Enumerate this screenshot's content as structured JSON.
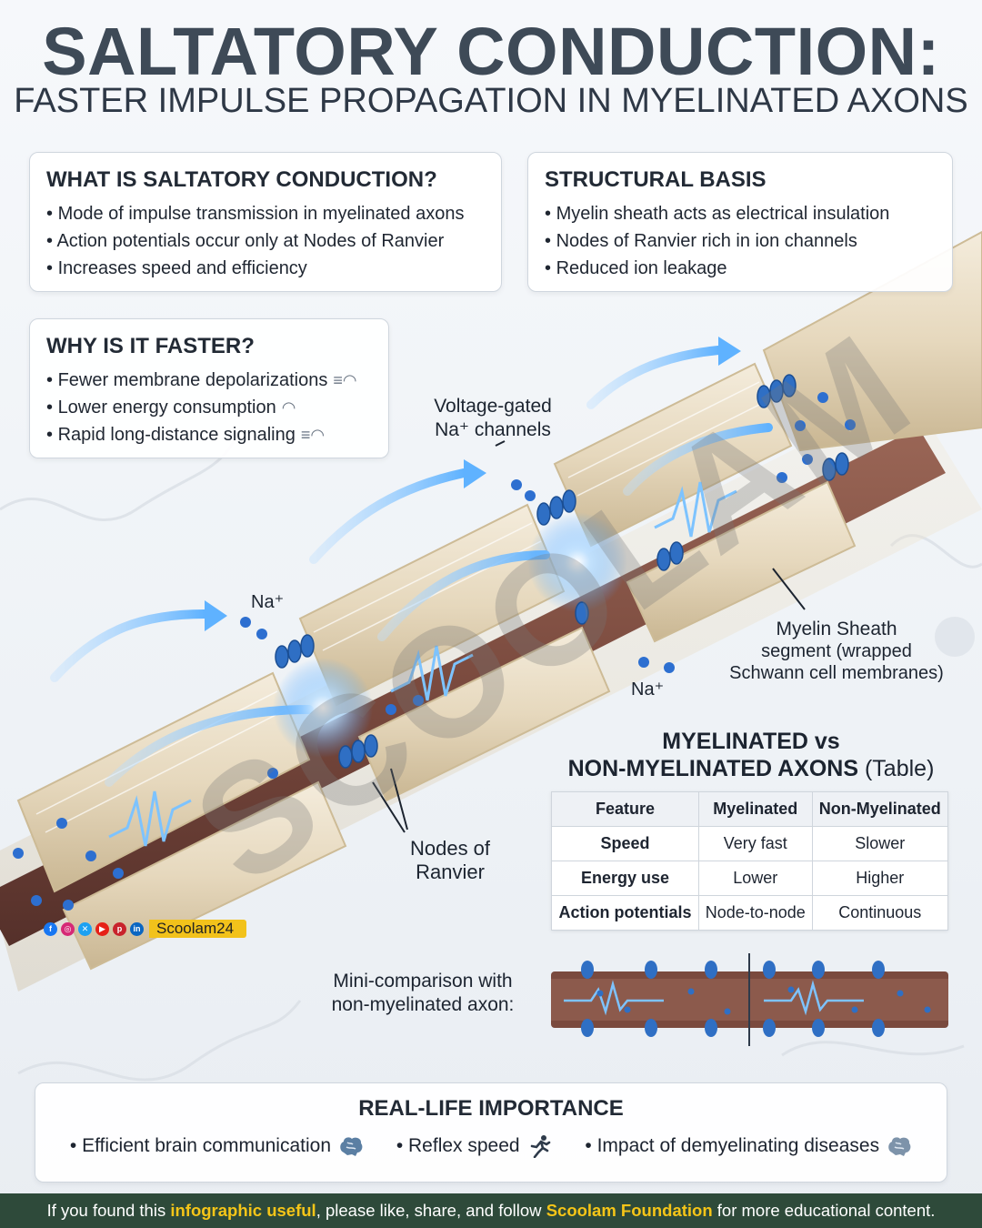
{
  "header": {
    "title": "SALTATORY CONDUCTION:",
    "subtitle": "FASTER IMPULSE PROPAGATION IN MYELINATED AXONS"
  },
  "what_is": {
    "title": "WHAT IS SALTATORY CONDUCTION?",
    "items": [
      "Mode of impulse transmission in myelinated axons",
      "Action potentials occur only at Nodes of Ranvier",
      "Increases speed and efficiency"
    ]
  },
  "structural": {
    "title": "STRUCTURAL BASIS",
    "items": [
      "Myelin sheath acts as electrical insulation",
      "Nodes of Ranvier rich in ion channels",
      "Reduced ion leakage"
    ]
  },
  "why_faster": {
    "title": "WHY IS IT FASTER?",
    "items": [
      {
        "text": "Fewer membrane depolarizations",
        "icon": "speedometer-icon"
      },
      {
        "text": "Lower energy consumption",
        "icon": "gauge-icon"
      },
      {
        "text": "Rapid long-distance signaling",
        "icon": "speedometer-icon"
      }
    ]
  },
  "diagram_labels": {
    "voltage_gated_1": "Voltage-gated",
    "voltage_gated_2": "Na⁺ channels",
    "na_left": "Na⁺",
    "na_right": "Na⁺",
    "nodes_1": "Nodes of",
    "nodes_2": "Ranvier",
    "myelin_1": "Myelin Sheath",
    "myelin_2": "segment (wrapped",
    "myelin_3": "Schwann cell membranes)"
  },
  "table": {
    "title_line1": "MYELINATED vs",
    "title_line2": "NON-MYELINATED AXONS",
    "title_suffix": "(Table)",
    "headers": [
      "Feature",
      "Myelinated",
      "Non-Myelinated"
    ],
    "rows": [
      [
        "Speed",
        "Very fast",
        "Slower"
      ],
      [
        "Energy use",
        "Lower",
        "Higher"
      ],
      [
        "Action potentials",
        "Node-to-node",
        "Continuous"
      ]
    ]
  },
  "mini_comparison": {
    "label_1": "Mini-comparison with",
    "label_2": "non-myelinated axon:"
  },
  "social": {
    "handle": "Scoolam24",
    "icons": [
      "facebook-icon",
      "instagram-icon",
      "x-icon",
      "youtube-icon",
      "pinterest-icon",
      "linkedin-icon"
    ]
  },
  "watermark": "SCOOLAM",
  "real_life": {
    "title": "REAL-LIFE IMPORTANCE",
    "items": [
      {
        "text": "Efficient brain communication",
        "icon": "brain-icon"
      },
      {
        "text": "Reflex speed",
        "icon": "running-person-icon"
      },
      {
        "text": "Impact of demyelinating diseases",
        "icon": "brain-icon"
      }
    ]
  },
  "footer": {
    "part1": "If you found this ",
    "highlight1": "infographic useful",
    "part2": ", please like, share, and follow ",
    "highlight2": "Scoolam Foundation",
    "part3": " for more educational content."
  },
  "colors": {
    "myelin": "#e8dcc4",
    "axon": "#7a4a3e",
    "signal": "#3d8fe8",
    "channel": "#2f6fc4",
    "footer_bg": "#2e4a3a",
    "highlight": "#f5c518"
  }
}
